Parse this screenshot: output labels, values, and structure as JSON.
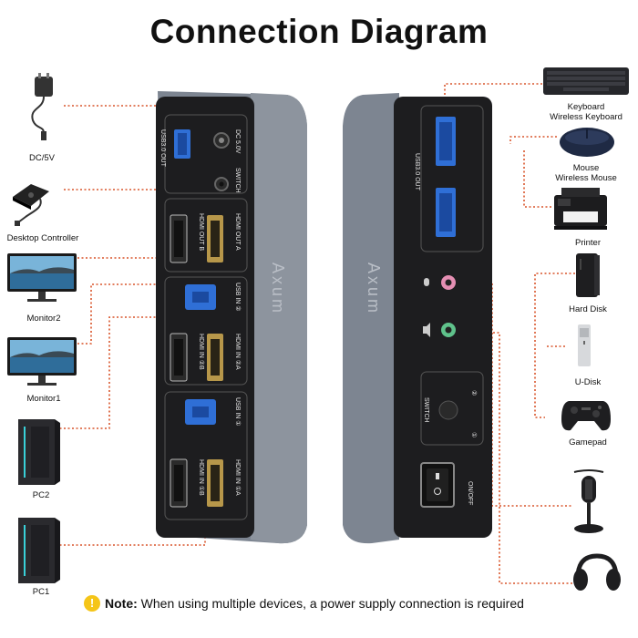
{
  "title": "Connection Diagram",
  "left_devices": {
    "dc": "DC/5V",
    "controller": "Desktop Controller",
    "monitor2": "Monitor2",
    "monitor1": "Monitor1",
    "pc2": "PC2",
    "pc1": "PC1"
  },
  "right_devices": {
    "keyboard_1": "Keyboard",
    "keyboard_2": "Wireless Keyboard",
    "mouse_1": "Mouse",
    "mouse_2": "Wireless Mouse",
    "printer": "Printer",
    "harddisk": "Hard Disk",
    "udisk": "U-Disk",
    "gamepad": "Gamepad"
  },
  "front_panel": {
    "usb_out": "USB3.0 OUT",
    "dc": "DC 5.0V",
    "switch": "SWITCH",
    "hdmi_out_a": "HDMI OUT A",
    "hdmi_out_b": "HDMI OUT B",
    "usb_in_2": "USB IN ②",
    "hdmi_in_2a": "HDMI IN ②A",
    "hdmi_in_2b": "HDMI IN ②B",
    "usb_in_1": "USB IN ①",
    "hdmi_in_1a": "HDMI IN ①A",
    "hdmi_in_1b": "HDMI IN ①B",
    "brand": "Axum"
  },
  "back_panel": {
    "usb_out": "USB3.0 OUT",
    "switch": "SWITCH",
    "sw_2": "②",
    "sw_1": "①",
    "onoff": "ON/OFF",
    "brand": "Axum"
  },
  "note": {
    "icon": "!",
    "label": "Note:",
    "text": " When using multiple devices, a power supply connection is required"
  },
  "colors": {
    "connector": "#d9552b",
    "body": "#6c7480",
    "panel": "#1d1d1f",
    "usb_blue": "#2f6fd6",
    "hdmi_gold": "#b7974a",
    "mic_pink": "#e58fb3",
    "audio_green": "#5fc28b"
  }
}
